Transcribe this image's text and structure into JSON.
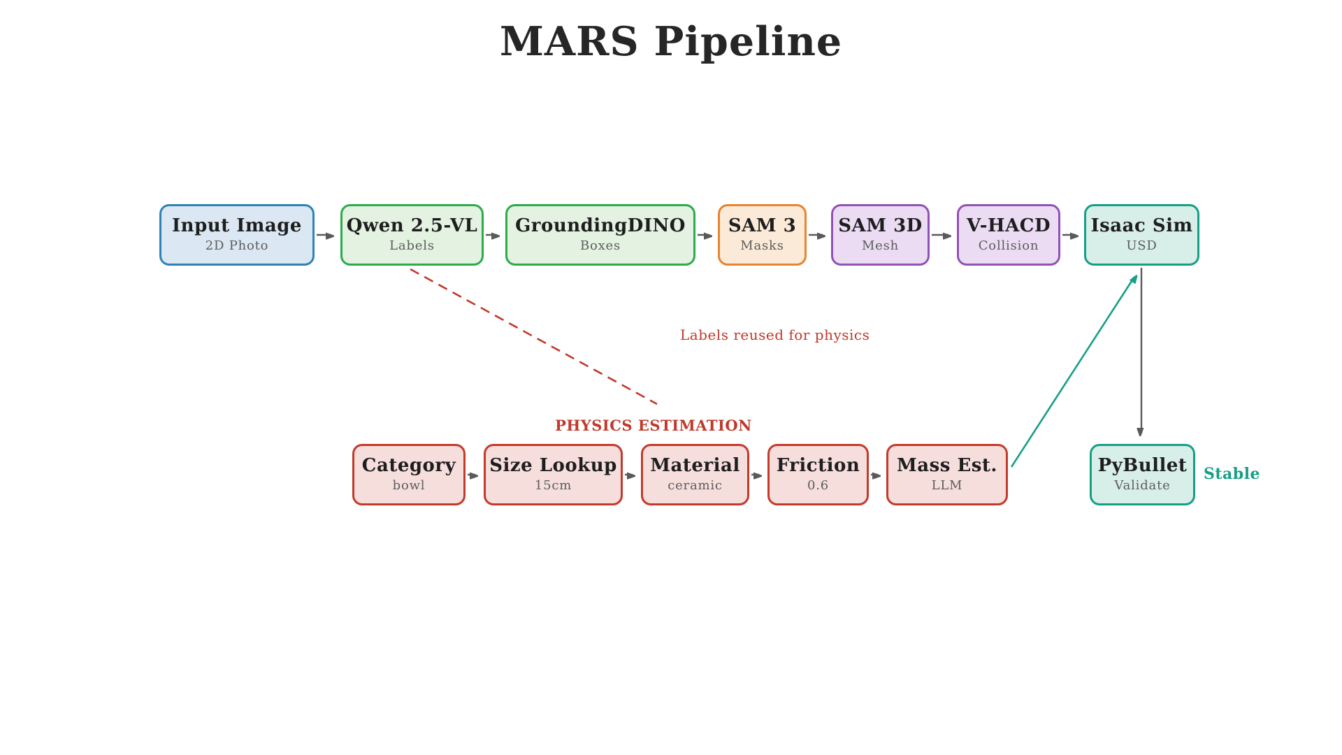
{
  "title": "MARS Pipeline",
  "colors": {
    "blue_fill": "#dbe8f3",
    "blue_border": "#2d83b5",
    "green_fill": "#e4f2e2",
    "green_border": "#2cab4a",
    "orange_fill": "#fbead8",
    "orange_border": "#e8842e",
    "purple_fill": "#ebdcf4",
    "purple_border": "#9351b5",
    "teal_fill": "#d8eee8",
    "teal_border": "#14a085",
    "red_fill": "#f6dedd",
    "red_border": "#c33a2a",
    "arrow_gray": "#5a5a5a",
    "annotation_red": "#c0392b",
    "annotation_teal": "#16a085"
  },
  "pipeline": {
    "top": [
      {
        "title": "Input Image",
        "subtitle": "2D Photo"
      },
      {
        "title": "Qwen 2.5-VL",
        "subtitle": "Labels"
      },
      {
        "title": "GroundingDINO",
        "subtitle": "Boxes"
      },
      {
        "title": "SAM 3",
        "subtitle": "Masks"
      },
      {
        "title": "SAM 3D",
        "subtitle": "Mesh"
      },
      {
        "title": "V-HACD",
        "subtitle": "Collision"
      },
      {
        "title": "Isaac Sim",
        "subtitle": "USD"
      }
    ],
    "physics": {
      "section_label": "PHYSICS ESTIMATION",
      "nodes": [
        {
          "title": "Category",
          "subtitle": "bowl"
        },
        {
          "title": "Size Lookup",
          "subtitle": "15cm"
        },
        {
          "title": "Material",
          "subtitle": "ceramic"
        },
        {
          "title": "Friction",
          "subtitle": "0.6"
        },
        {
          "title": "Mass Est.",
          "subtitle": "LLM"
        }
      ]
    },
    "validation": {
      "title": "PyBullet",
      "subtitle": "Validate",
      "status_label": "Stable"
    },
    "annotations": {
      "labels_reused": "Labels reused for physics"
    }
  }
}
